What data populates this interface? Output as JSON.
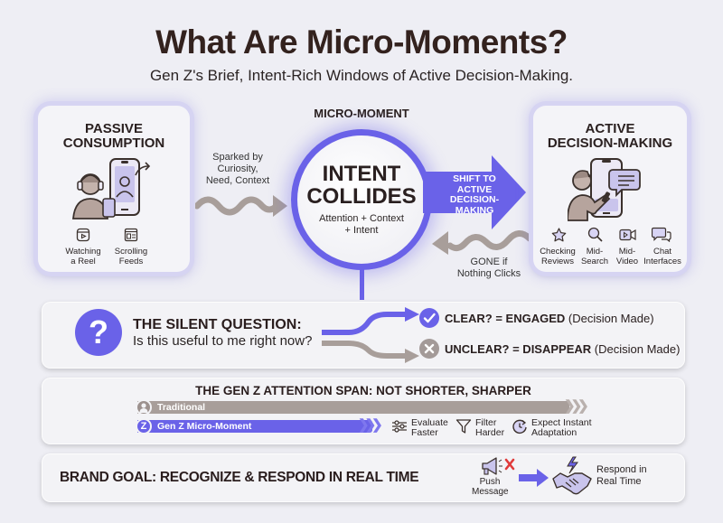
{
  "header": {
    "title": "What Are Micro-Moments?",
    "subtitle": "Gen Z's Brief, Intent-Rich Windows of Active Decision-Making."
  },
  "passive_card": {
    "title_line1": "PASSIVE",
    "title_line2": "CONSUMPTION",
    "illustration": "person-headphones-phone-icon",
    "items": [
      {
        "icon": "reel-play-icon",
        "line1": "Watching",
        "line2": "a Reel"
      },
      {
        "icon": "feed-icon",
        "line1": "Scrolling",
        "line2": "Feeds"
      }
    ]
  },
  "spark_arrow": {
    "line1": "Sparked by",
    "line2": "Curiosity,",
    "line3": "Need, Context"
  },
  "micro_moment": {
    "label": "MICRO-MOMENT",
    "circle_line1": "INTENT",
    "circle_line2": "COLLIDES",
    "circle_sub1": "Attention + Context",
    "circle_sub2": "+ Intent"
  },
  "shift_arrow": {
    "line1": "SHIFT TO",
    "line2": "ACTIVE",
    "line3": "DECISION-",
    "line4": "MAKING"
  },
  "gone_arrow": {
    "line1": "GONE if",
    "line2": "Nothing Clicks"
  },
  "active_card": {
    "title_line1": "ACTIVE",
    "title_line2": "DECISION-MAKING",
    "illustration": "person-phone-chat-icon",
    "items": [
      {
        "icon": "star-icon",
        "line1": "Checking",
        "line2": "Reviews"
      },
      {
        "icon": "search-icon",
        "line1": "Mid-",
        "line2": "Search"
      },
      {
        "icon": "video-icon",
        "line1": "Mid-",
        "line2": "Video"
      },
      {
        "icon": "chat-icon",
        "line1": "Chat",
        "line2": "Interfaces"
      }
    ]
  },
  "silent_question": {
    "icon": "question-icon",
    "title": "THE SILENT QUESTION:",
    "question": "Is this useful to me right now?",
    "outcomes": [
      {
        "icon": "check-icon",
        "bold": "CLEAR? = ENGAGED",
        "note": "(Decision Made)",
        "color": "#6a62e8"
      },
      {
        "icon": "x-icon",
        "bold": "UNCLEAR? = DISAPPEAR",
        "note": "(Decision Made)",
        "color": "#a39a98"
      }
    ]
  },
  "attention_span": {
    "title": "THE GEN Z ATTENTION SPAN: NOT SHORTER, SHARPER",
    "bars": [
      {
        "icon": "person-icon",
        "label": "Traditional",
        "color": "#a89e9a"
      },
      {
        "icon": "z-icon",
        "label": "Gen Z Micro-Moment",
        "color": "#6a62e8"
      }
    ],
    "traits": [
      {
        "icon": "sliders-icon",
        "line1": "Evaluate",
        "line2": "Faster"
      },
      {
        "icon": "filter-icon",
        "line1": "Filter",
        "line2": "Harder"
      },
      {
        "icon": "refresh-clock-icon",
        "line1": "Expect Instant",
        "line2": "Adaptation"
      }
    ]
  },
  "brand_goal": {
    "title": "BRAND GOAL: RECOGNIZE & RESPOND IN REAL TIME",
    "from": {
      "icon": "megaphone-x-icon",
      "line1": "Push",
      "line2": "Message"
    },
    "to": {
      "icon": "handshake-lightning-icon",
      "line1": "Respond in",
      "line2": "Real Time"
    }
  },
  "colors": {
    "accent": "#6a62e8",
    "accent_light": "#d6d4f2",
    "gray_arrow": "#a89e9a",
    "background": "#eeeef4",
    "text_dark": "#2b2020",
    "reject_red": "#e03a3a"
  }
}
